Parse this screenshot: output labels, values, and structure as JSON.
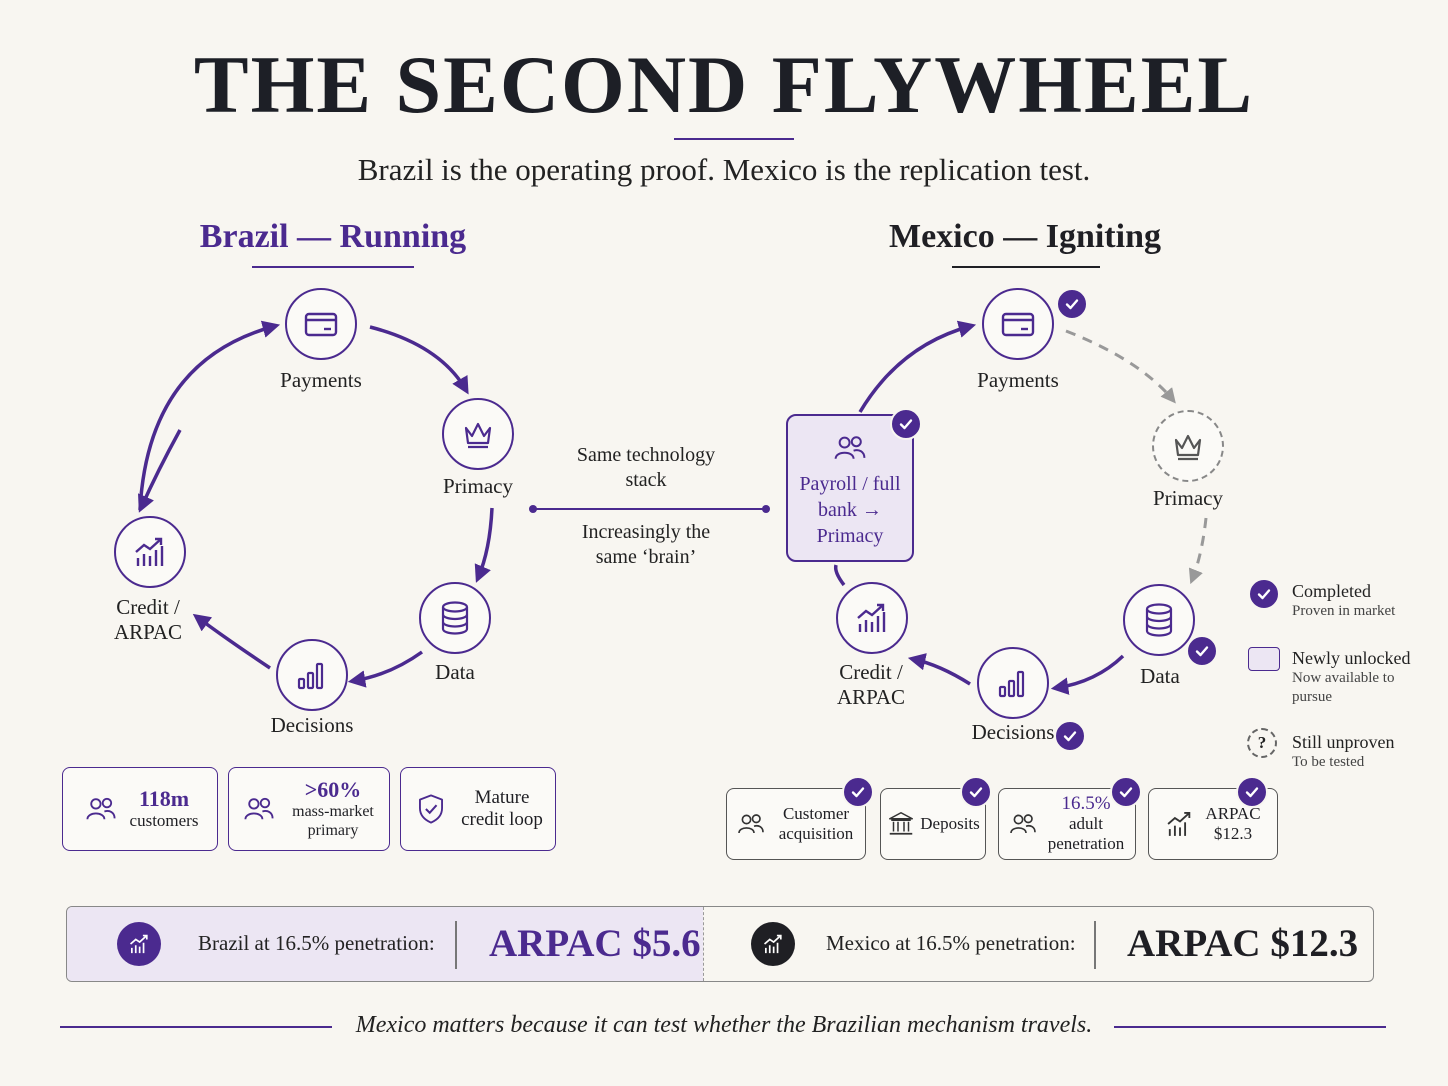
{
  "title": "THE SECOND FLYWHEEL",
  "subtitle": "Brazil is the operating proof. Mexico is the replication test.",
  "brazil": {
    "title": "Brazil — Running",
    "nodes": {
      "payments": "Payments",
      "primacy": "Primacy",
      "data": "Data",
      "decisions": "Decisions",
      "credit": "Credit / ARPAC"
    },
    "stats": [
      {
        "value": ">60%",
        "label": "mass-market primary"
      },
      {
        "value": "118m",
        "label": "customers"
      },
      {
        "label": "Mature credit loop"
      }
    ]
  },
  "center": {
    "top": "Same technology stack",
    "bottom": "Increasingly the same ‘brain’"
  },
  "mexico": {
    "title": "Mexico — Igniting",
    "nodes": {
      "payments": "Payments",
      "primacy": "Primacy",
      "data": "Data",
      "decisions": "Decisions",
      "credit": "Credit / ARPAC",
      "payroll": "Payroll / full bank → Primacy"
    },
    "stats": [
      {
        "label": "Customer acquisition"
      },
      {
        "label": "Deposits"
      },
      {
        "value": "16.5%",
        "label": "adult penetration"
      },
      {
        "label": "ARPAC $12.3"
      }
    ]
  },
  "legend": {
    "completed": {
      "title": "Completed",
      "sub": "Proven in market"
    },
    "unlocked": {
      "title": "Newly unlocked",
      "sub": "Now available to pursue"
    },
    "unproven": {
      "title": "Still unproven",
      "sub": "To be tested",
      "glyph": "?"
    }
  },
  "comparison": {
    "brazil_label": "Brazil at 16.5% penetration:",
    "brazil_value": "ARPAC $5.6",
    "mexico_label": "Mexico at 16.5% penetration:",
    "mexico_value": "ARPAC $12.3"
  },
  "footer": "Mexico matters because it can test whether the Brazilian mechanism travels.",
  "colors": {
    "accent": "#4b2a8f",
    "dark": "#1f1f24",
    "lavender": "#ece6f3",
    "background": "#f8f6f1"
  }
}
